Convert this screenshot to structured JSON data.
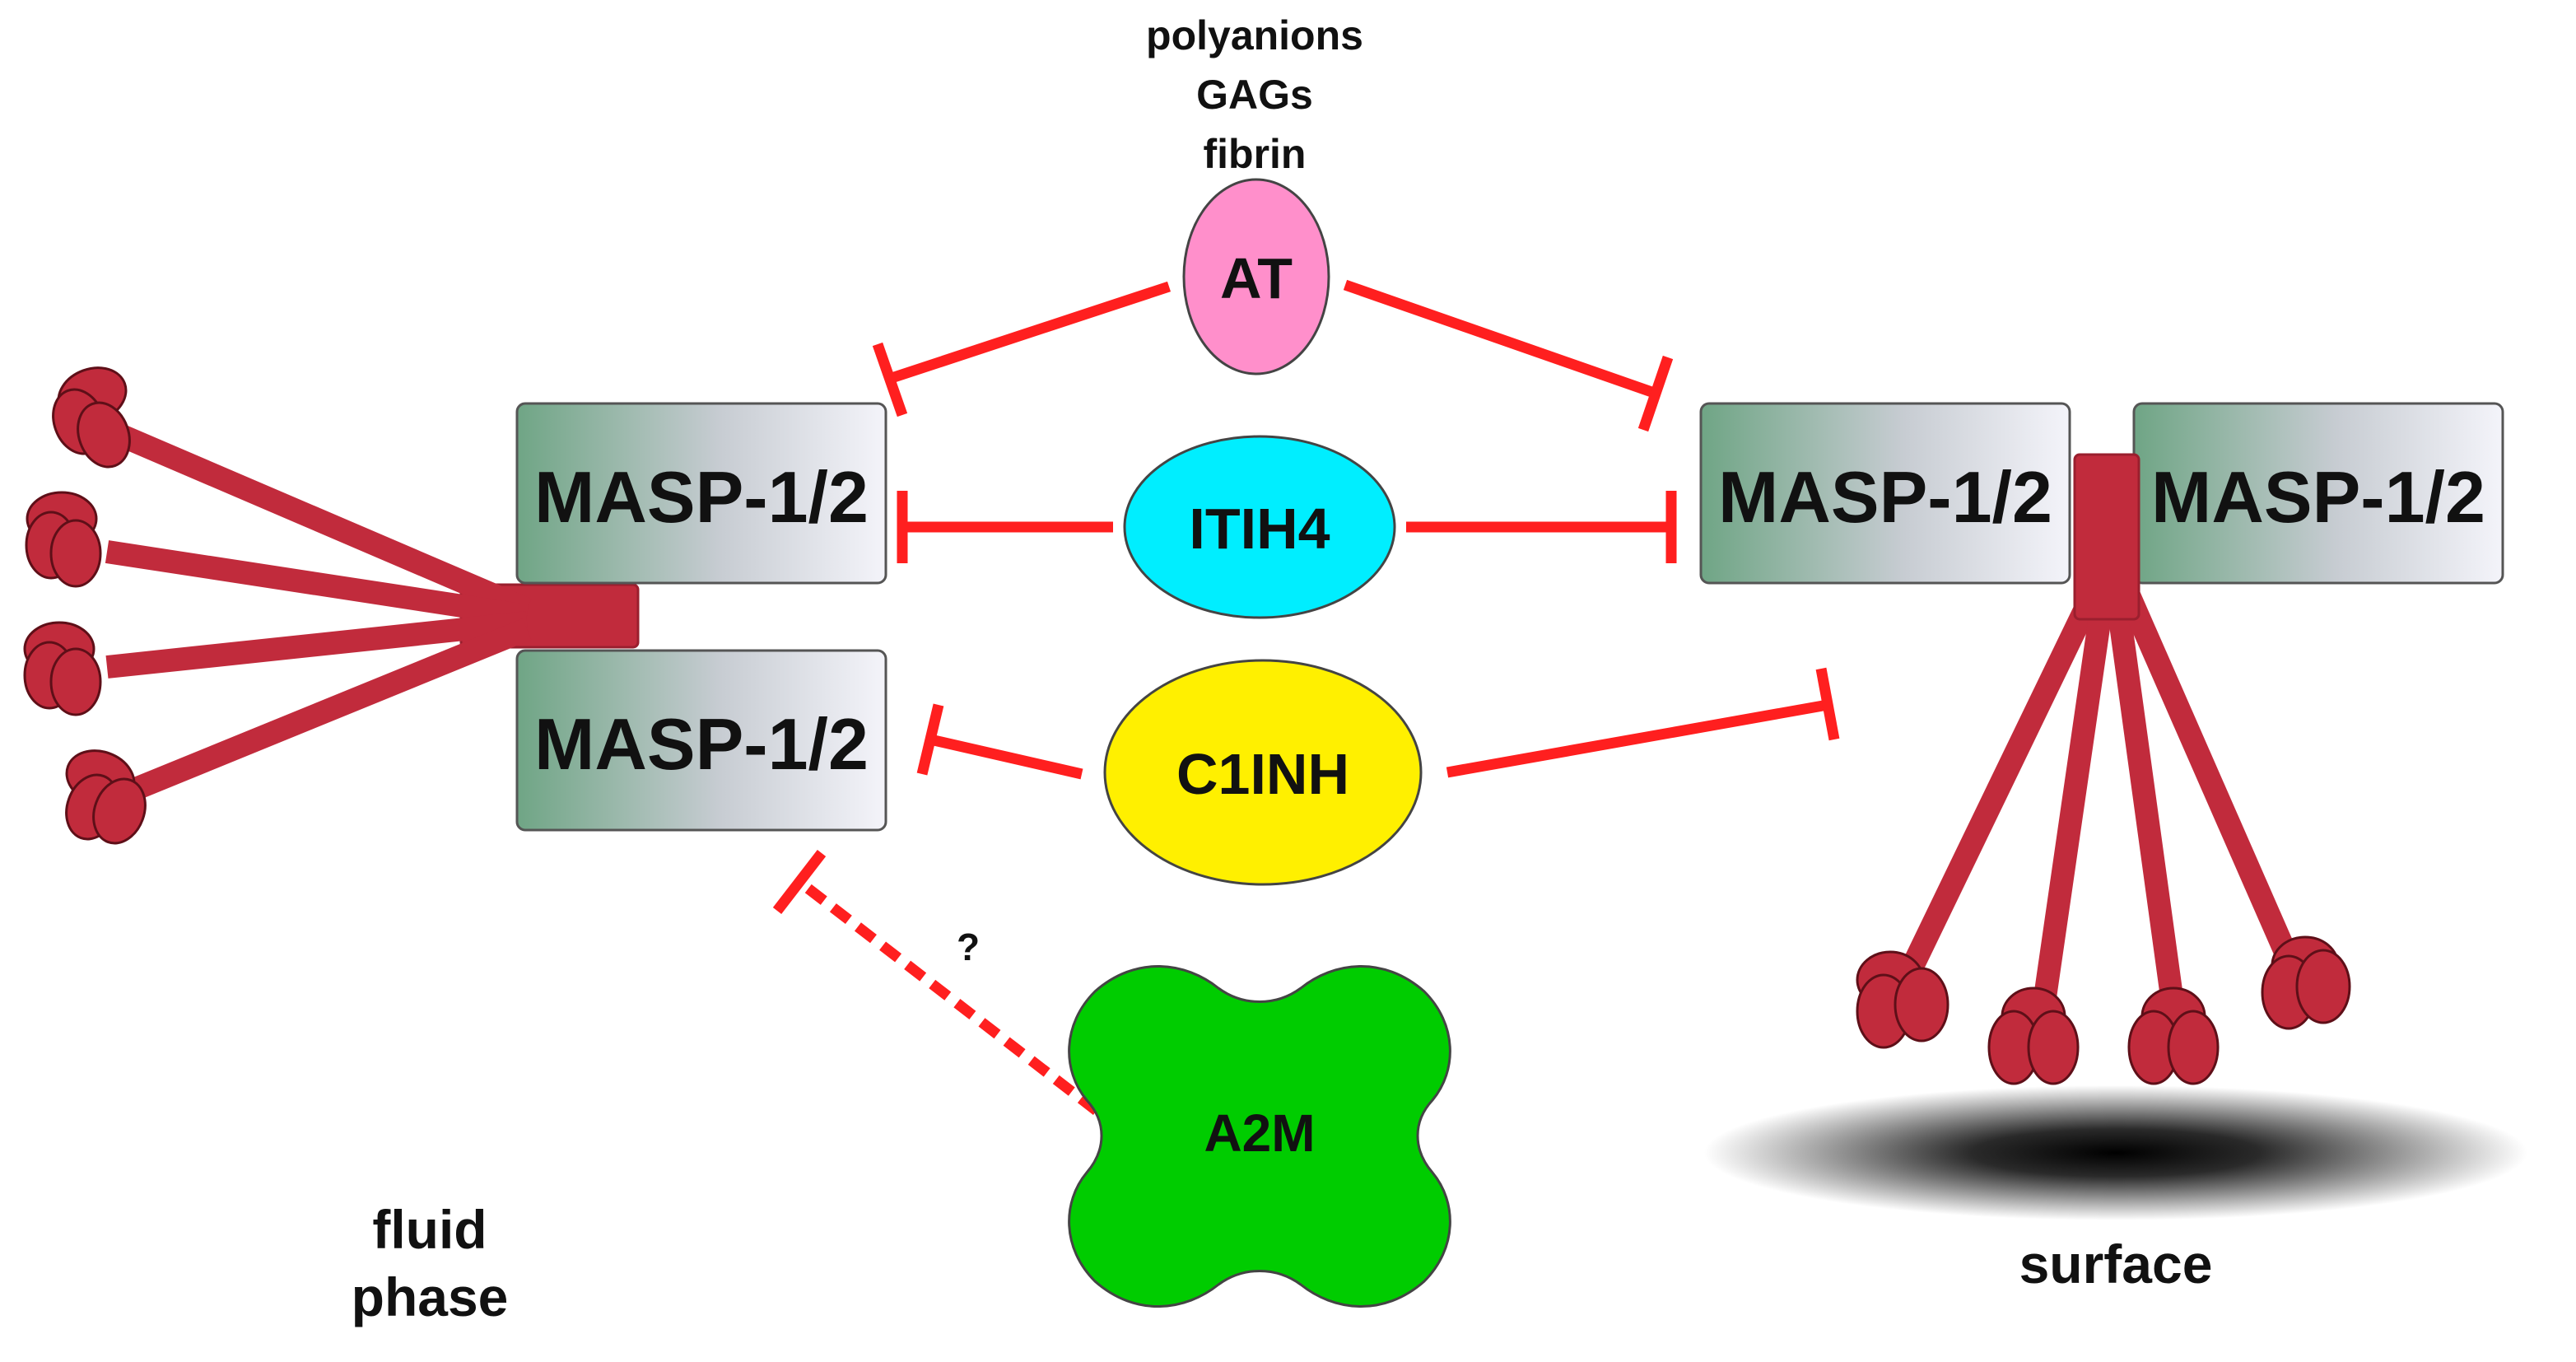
{
  "title": "",
  "cofactors": [
    "polyanions",
    "GAGs",
    "fibrin"
  ],
  "enzymes": {
    "fluid_top": "MASP-1/2",
    "fluid_bottom": "MASP-1/2",
    "surface_left": "MASP-1/2",
    "surface_right": "MASP-1/2"
  },
  "inhibitors": {
    "at": "AT",
    "itih4": "ITIH4",
    "c1inh": "C1INH",
    "a2m": "A2M"
  },
  "uncertain_mark": "?",
  "phases": {
    "fluid_line1": "fluid",
    "fluid_line2": "phase",
    "surface": "surface"
  },
  "colors": {
    "inhibition": "#ff1f1f",
    "collagen": "#c12b3c",
    "at": "#ff8fcb",
    "itih4": "#00eeff",
    "c1inh": "#fff000",
    "a2m": "#00cc00",
    "masp_left": "#6fa585",
    "masp_right": "#f4f4fa"
  }
}
